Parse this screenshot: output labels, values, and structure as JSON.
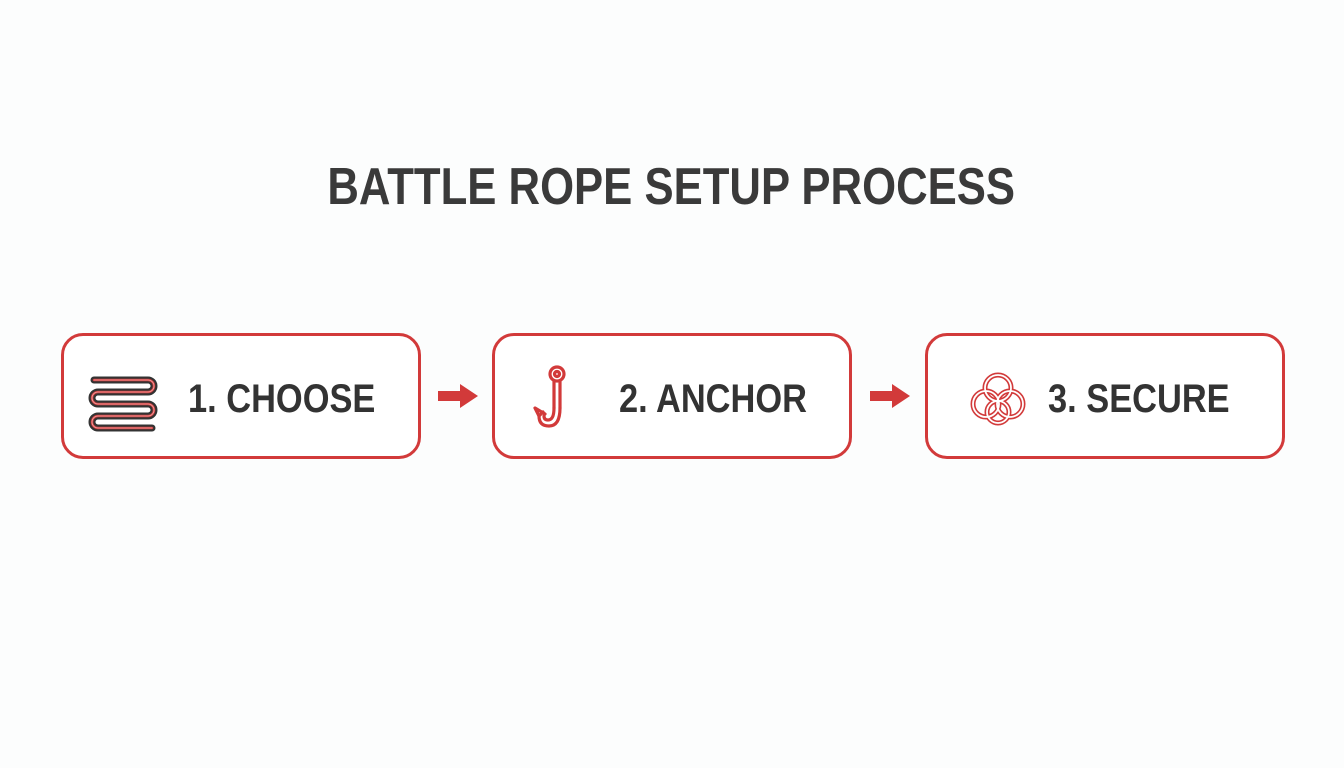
{
  "title": "BATTLE ROPE SETUP PROCESS",
  "colors": {
    "accent": "#d23a3a",
    "text": "#333333",
    "background": "#fcfdfd"
  },
  "steps": [
    {
      "label": "1. CHOOSE",
      "icon": "rope-coil-icon"
    },
    {
      "label": "2. ANCHOR",
      "icon": "hook-icon"
    },
    {
      "label": "3. SECURE",
      "icon": "knot-icon"
    }
  ],
  "connectors": [
    {
      "icon": "arrow-right-icon"
    },
    {
      "icon": "arrow-right-icon"
    }
  ]
}
